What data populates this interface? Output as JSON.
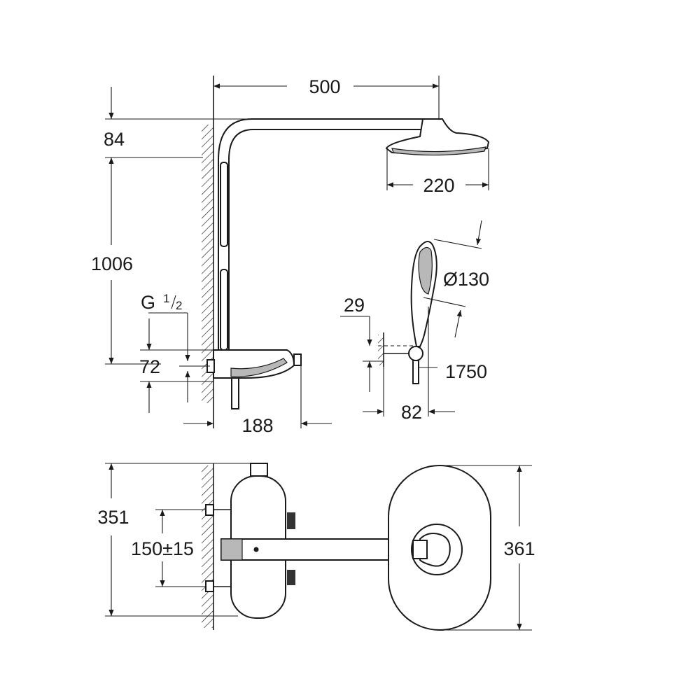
{
  "dimensions": {
    "arm_length": "500",
    "head_height": "84",
    "head_diameter": "220",
    "rail_height": "1006",
    "connection_thread": "G",
    "thread_numerator": "1",
    "thread_denominator": "2",
    "connection_offset": "72",
    "thermostat_depth": "188",
    "hand_shower_diameter": "Ø130",
    "holder_height": "29",
    "hose_length": "1750",
    "holder_projection": "82",
    "thermostat_length": "351",
    "connection_spacing": "150±15",
    "head_plate_height": "361"
  },
  "colors": {
    "line": "#1a1a1a",
    "fill_grey": "#b8b8b8",
    "background": "#ffffff"
  }
}
